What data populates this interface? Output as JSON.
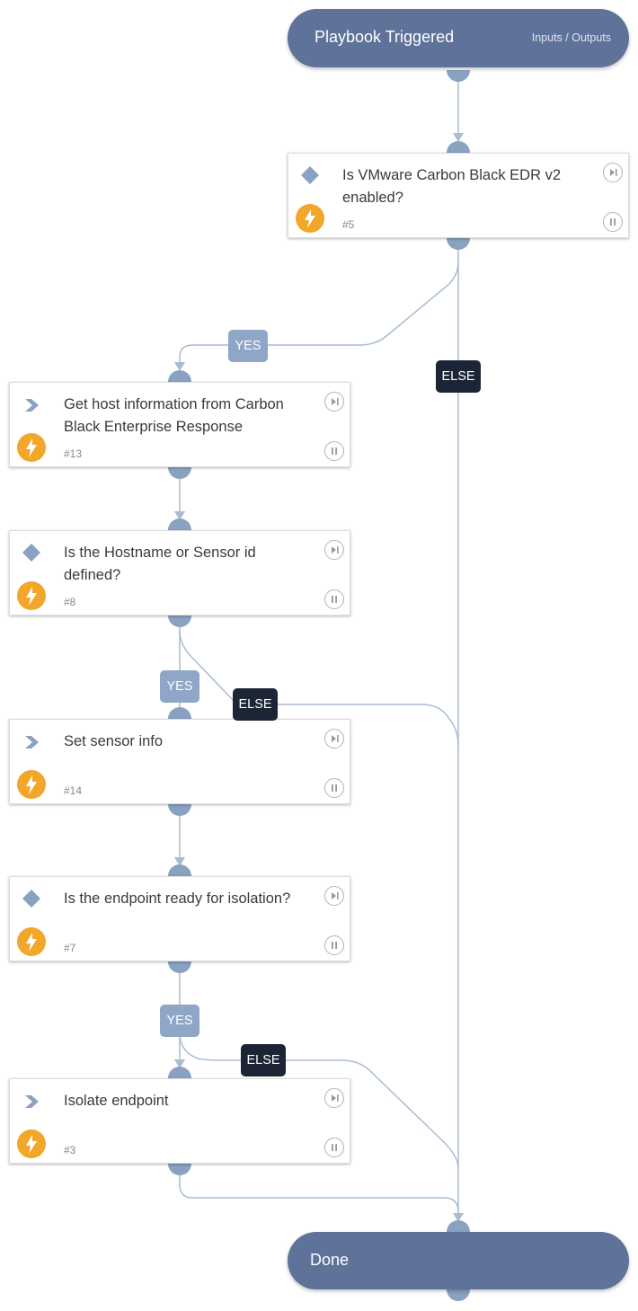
{
  "start": {
    "title": "Playbook Triggered",
    "io_link": "Inputs / Outputs"
  },
  "end": {
    "title": "Done"
  },
  "tasks": [
    {
      "name": "Is VMware Carbon Black EDR v2 enabled?",
      "number": "#5",
      "kind": "condition"
    },
    {
      "name": "Get host information from Carbon Black Enterprise Response",
      "number": "#13",
      "kind": "task"
    },
    {
      "name": "Is the Hostname or Sensor id defined?",
      "number": "#8",
      "kind": "condition"
    },
    {
      "name": "Set sensor info",
      "number": "#14",
      "kind": "task"
    },
    {
      "name": "Is the endpoint ready for isolation?",
      "number": "#7",
      "kind": "condition"
    },
    {
      "name": "Isolate endpoint",
      "number": "#3",
      "kind": "task"
    }
  ],
  "labels": {
    "yes": "YES",
    "else": "ELSE"
  },
  "icons": {
    "condition": "diamond-icon",
    "task": "chevron-right-icon",
    "automation": "lightning-bolt-icon",
    "skip": "skip-forward-icon",
    "pause": "pause-icon"
  },
  "colors": {
    "pill": "#5f7299",
    "connector": "#9db2cc",
    "port": "#8aa2c2",
    "yes_tag": "#8fa6c6",
    "else_tag": "#1c2535",
    "automation": "#f2a62a"
  }
}
